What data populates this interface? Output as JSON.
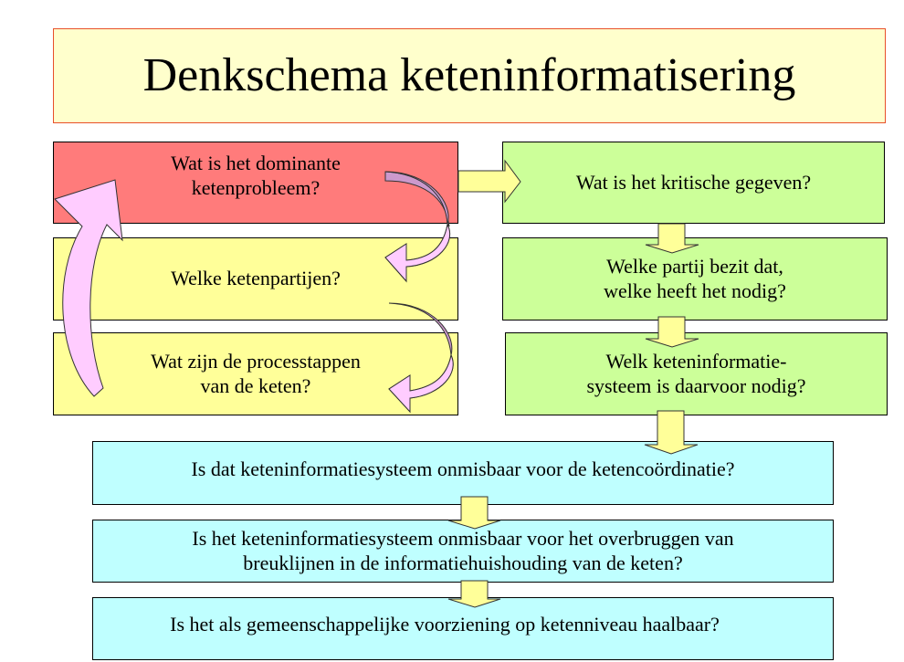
{
  "title": "Denkschema keteninformatisering",
  "left_column": [
    {
      "id": "dominant-problem",
      "text": "Wat is het dominante\nketenprobleem?",
      "color": "#ff7b7b"
    },
    {
      "id": "chain-parties",
      "text": "Welke ketenpartijen?",
      "color": "#ffff99"
    },
    {
      "id": "process-steps",
      "text": "Wat zijn de processtappen\nvan de keten?",
      "color": "#ffff99"
    }
  ],
  "right_column": [
    {
      "id": "critical-data",
      "text": "Wat is het kritische gegeven?",
      "color": "#ccff99"
    },
    {
      "id": "party-ownership",
      "text": "Welke partij bezit dat,\nwelke heeft het nodig?",
      "color": "#ccff99"
    },
    {
      "id": "info-system",
      "text": "Welk keteninformatie-\nsysteem is daarvoor nodig?",
      "color": "#ccff99"
    }
  ],
  "bottom_rows": [
    {
      "id": "coordination",
      "text": "Is dat keteninformatiesysteem  onmisbaar voor de ketencoördinatie?",
      "color": "#bfffff"
    },
    {
      "id": "bridging",
      "text": "Is het keteninformatiesysteem  onmisbaar voor het overbruggen  van\nbreuklijnen in de informatiehuishouding van de keten?",
      "color": "#bfffff"
    },
    {
      "id": "feasibility",
      "text": "Is het als gemeenschappelijke  voorziening  op ketenniveau  haalbaar?",
      "color": "#bfffff"
    }
  ],
  "colors": {
    "title_bg": "#ffffcc",
    "title_border": "#e8502a",
    "arrow_yellow": "#ffff99",
    "curved_arrow_pink": "#ffccff",
    "curved_arrow_shade": "#cc99cc"
  }
}
